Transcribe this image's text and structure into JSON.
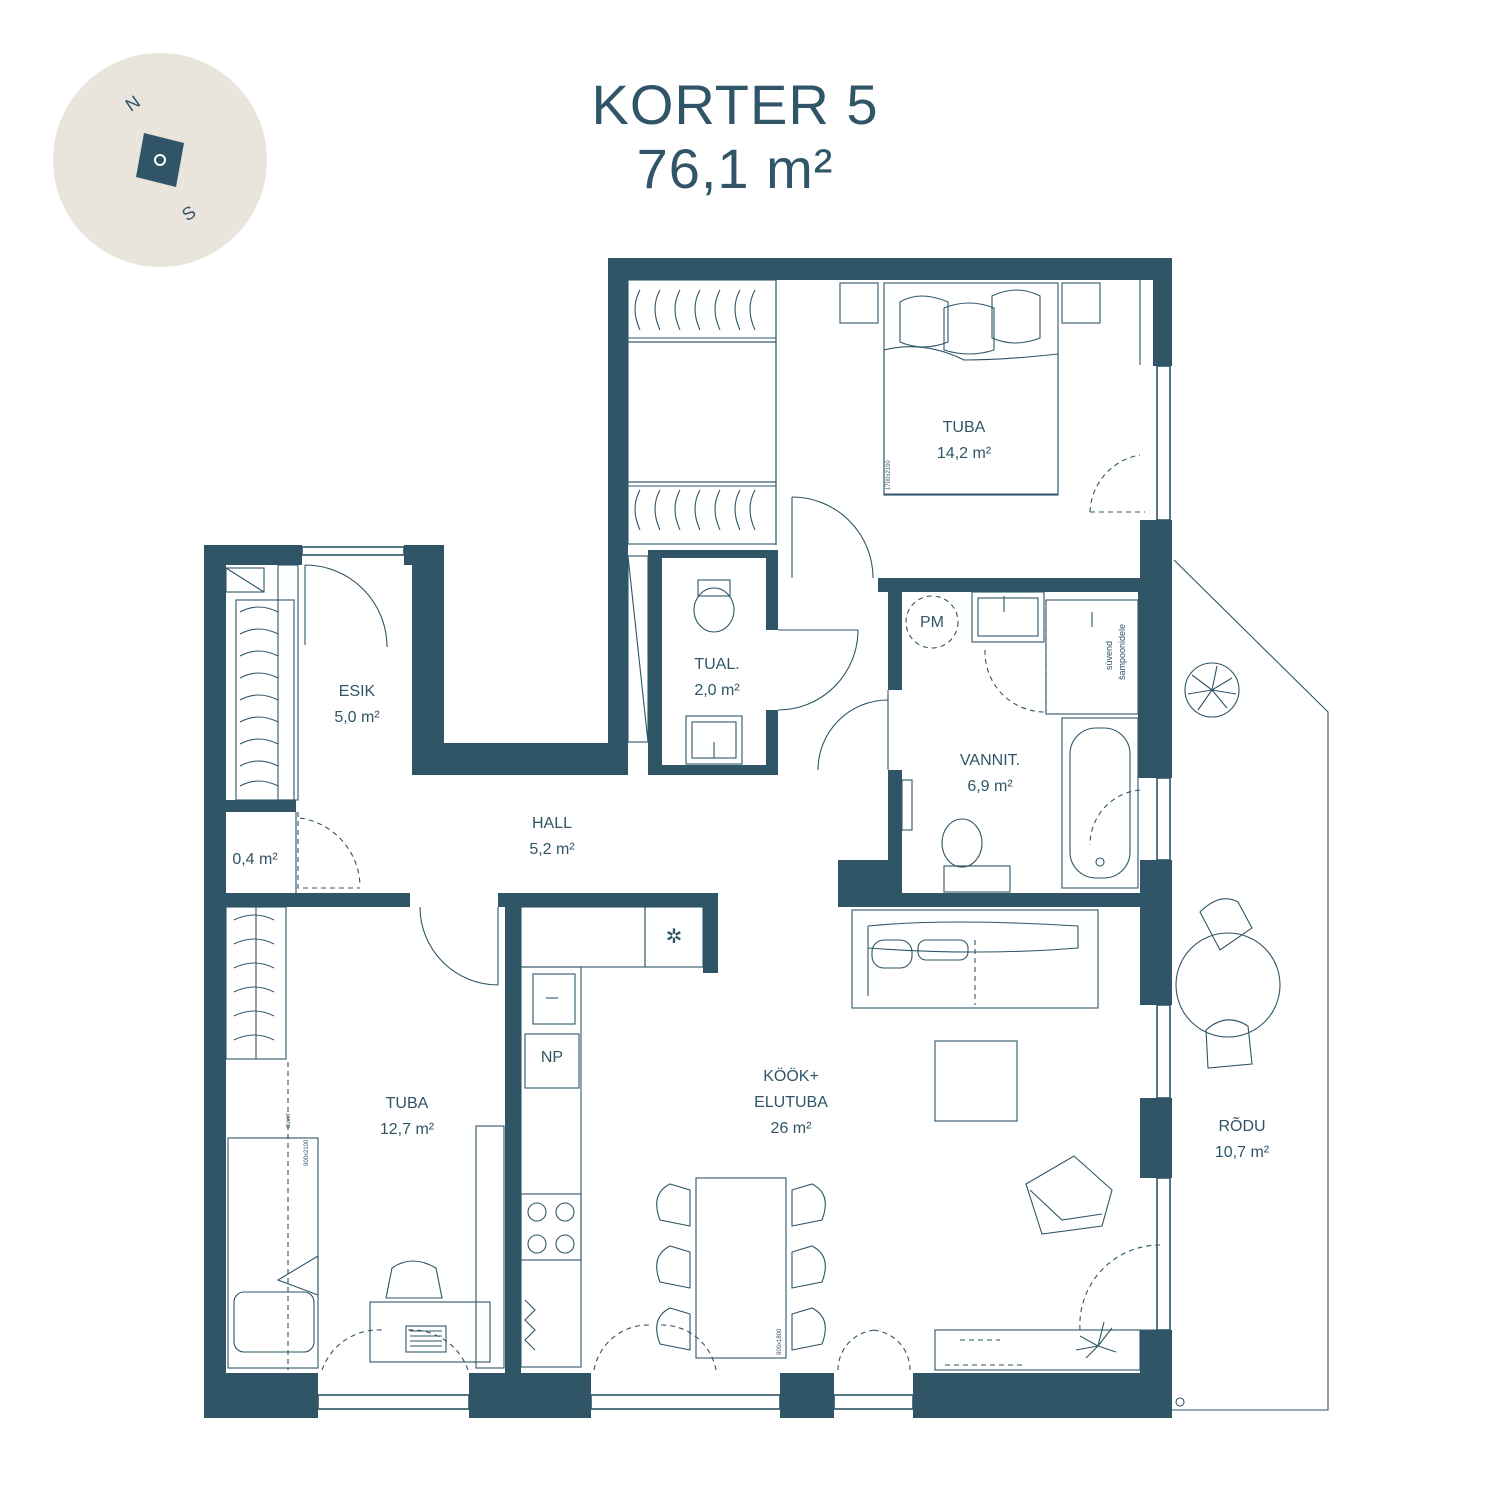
{
  "header": {
    "title": "KORTER 5",
    "area": "76,1 m²"
  },
  "compass": {
    "north_label": "N",
    "south_label": "S",
    "background": "#e9e4dc"
  },
  "colors": {
    "wall": "#2f5567",
    "background": "#ffffff"
  },
  "rooms": {
    "bedroom1": {
      "name": "TUBA",
      "area": "14,2 m²"
    },
    "toilet": {
      "name": "TUAL.",
      "area": "2,0 m²"
    },
    "entrance": {
      "name": "ESIK",
      "area": "5,0 m²"
    },
    "closet": {
      "area": "0,4 m²"
    },
    "hall": {
      "name": "HALL",
      "area": "5,2 m²"
    },
    "bathroom": {
      "name": "VANNIT.",
      "area": "6,9 m²"
    },
    "bedroom2": {
      "name": "TUBA",
      "area": "12,7 m²"
    },
    "living": {
      "name_line1": "KÖÖK+",
      "name_line2": "ELUTUBA",
      "area": "26 m²"
    },
    "balcony": {
      "name": "RÕDU",
      "area": "10,7 m²"
    }
  },
  "fixtures": {
    "pm": "PM",
    "np": "NP",
    "niche_line1": "süvend",
    "niche_line2": "šampoonidele",
    "bed1_size": "1700x2100",
    "bed2_size": "900x2100",
    "table_size": "900x1800"
  }
}
